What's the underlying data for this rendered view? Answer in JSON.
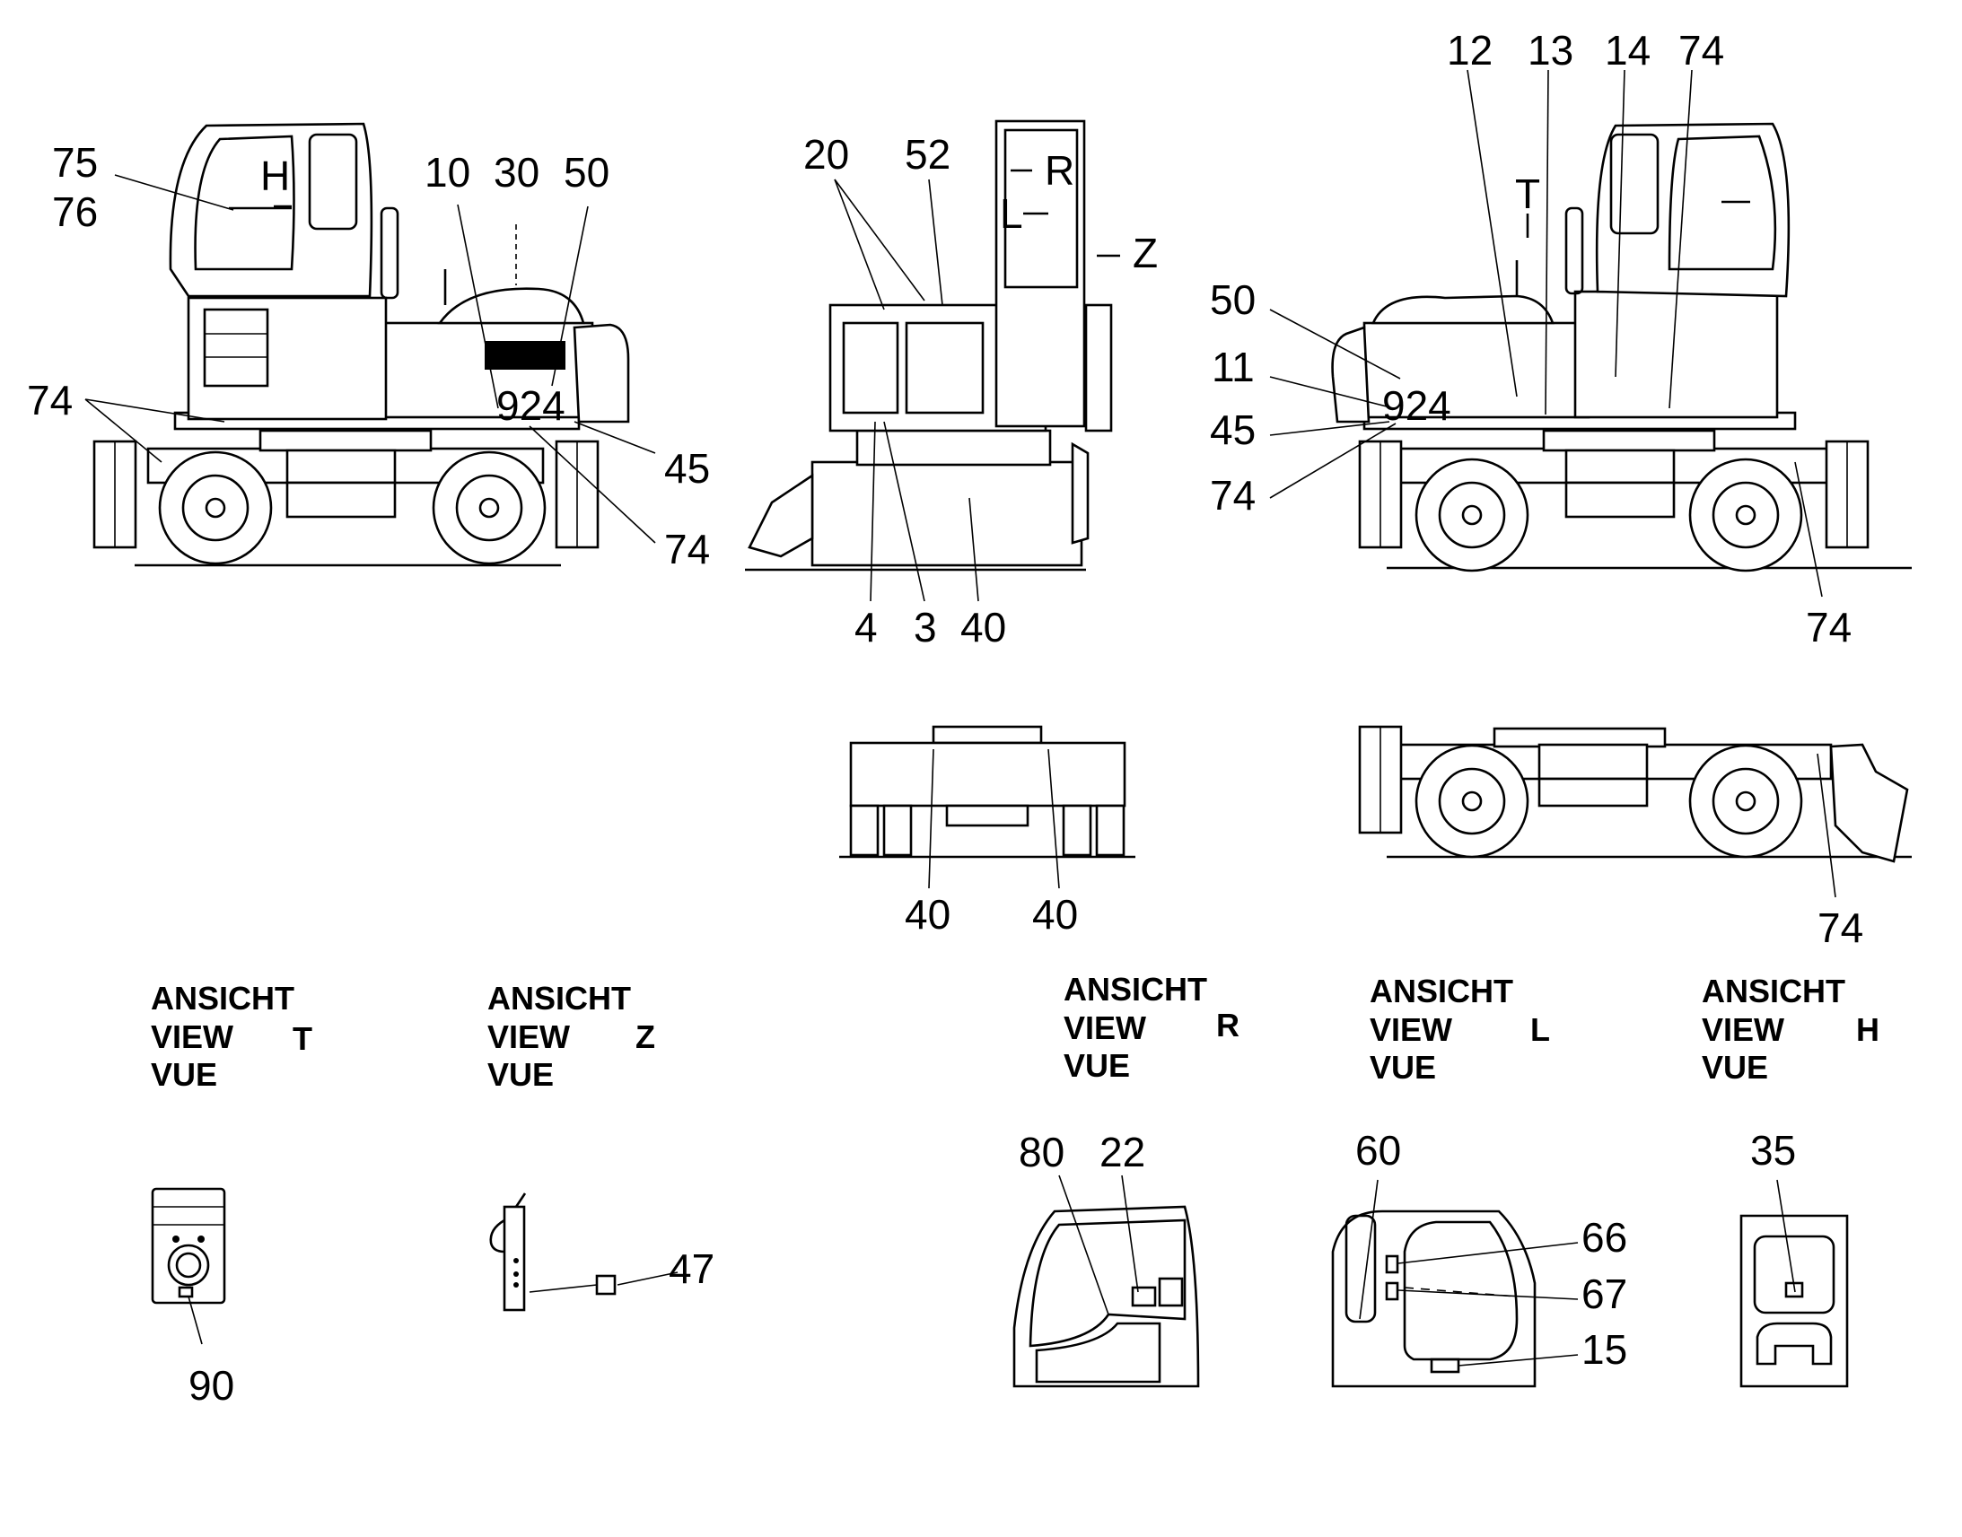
{
  "side_left": {
    "model_plate": "924",
    "arrow_label": "H",
    "callouts": [
      "75",
      "76",
      "10",
      "30",
      "50",
      "74",
      "45",
      "74"
    ]
  },
  "front_view": {
    "arrow_labels": [
      "R",
      "L",
      "Z"
    ],
    "callouts": [
      "20",
      "52",
      "4",
      "3",
      "40"
    ]
  },
  "side_right": {
    "model_plate": "924",
    "arrow_label": "T",
    "callouts": [
      "12",
      "13",
      "14",
      "74",
      "50",
      "11",
      "45",
      "74",
      "74"
    ]
  },
  "rear_undercarriage": {
    "callouts": [
      "40",
      "40"
    ]
  },
  "side_undercarriage": {
    "callouts": [
      "74"
    ]
  },
  "views": [
    {
      "lines": [
        "ANSICHT",
        "VIEW",
        "VUE"
      ],
      "letter": "T",
      "callouts": [
        "90"
      ]
    },
    {
      "lines": [
        "ANSICHT",
        "VIEW",
        "VUE"
      ],
      "letter": "Z",
      "callouts": [
        "47"
      ]
    },
    {
      "lines": [
        "ANSICHT",
        "VIEW",
        "VUE"
      ],
      "letter": "R",
      "callouts": [
        "80",
        "22"
      ]
    },
    {
      "lines": [
        "ANSICHT",
        "VIEW",
        "VUE"
      ],
      "letter": "L",
      "callouts": [
        "60",
        "66",
        "67",
        "15"
      ]
    },
    {
      "lines": [
        "ANSICHT",
        "VIEW",
        "VUE"
      ],
      "letter": "H",
      "callouts": [
        "35"
      ]
    }
  ]
}
